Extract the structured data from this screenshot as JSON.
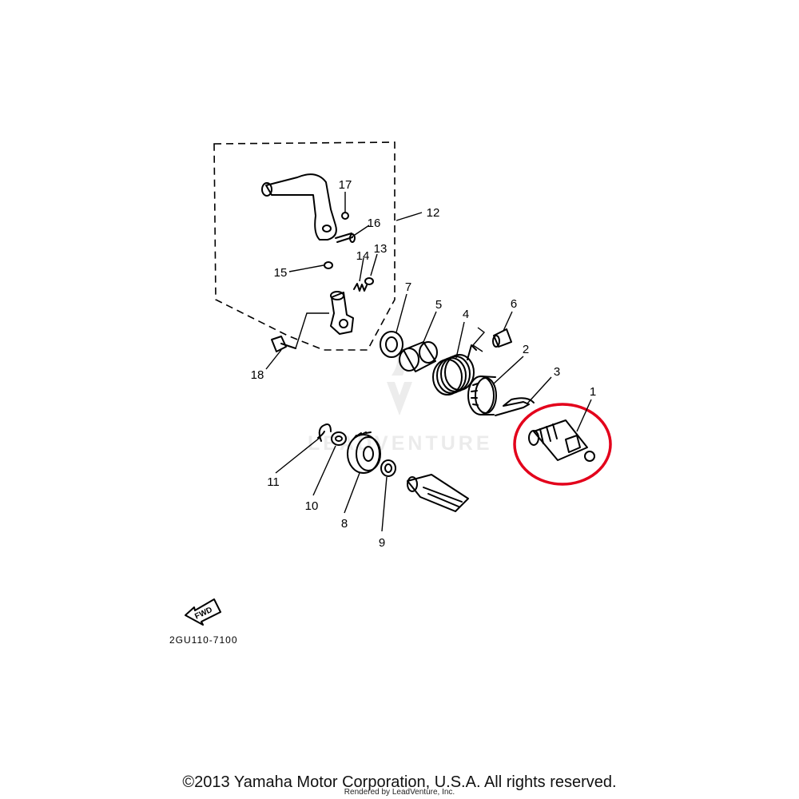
{
  "diagram": {
    "parts": [
      {
        "num": "1"
      },
      {
        "num": "2"
      },
      {
        "num": "3"
      },
      {
        "num": "4"
      },
      {
        "num": "5"
      },
      {
        "num": "6"
      },
      {
        "num": "7"
      },
      {
        "num": "8"
      },
      {
        "num": "9"
      },
      {
        "num": "10"
      },
      {
        "num": "11"
      },
      {
        "num": "12"
      },
      {
        "num": "13"
      },
      {
        "num": "14"
      },
      {
        "num": "15"
      },
      {
        "num": "16"
      },
      {
        "num": "17"
      },
      {
        "num": "18"
      }
    ],
    "fwd_label": "FWD",
    "diagram_code": "2GU110-7100",
    "watermark": "LEADVENTURE",
    "highlight_color": "#e3001b"
  },
  "footer": {
    "copyright": "©2013 Yamaha Motor Corporation, U.S.A. All rights reserved.",
    "rendered_by": "Rendered by LeadVenture, Inc."
  }
}
